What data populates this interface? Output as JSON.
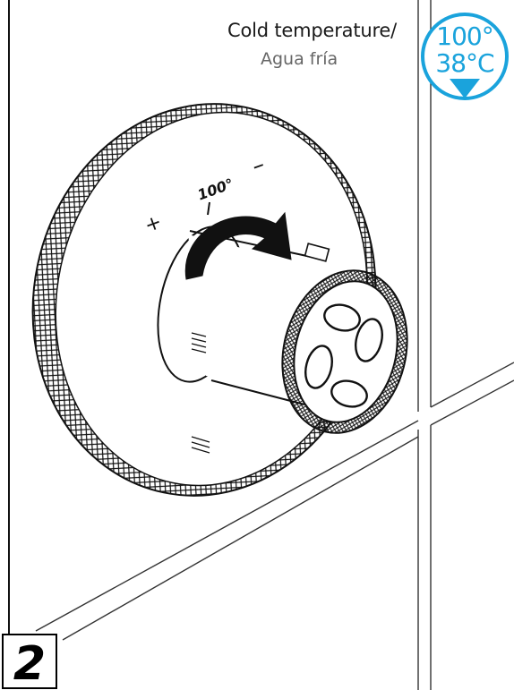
{
  "instruction": {
    "line1": "Cold temperature/",
    "line2": "Agua fría"
  },
  "badge": {
    "top_value": "100°",
    "bottom_value": "38°C",
    "arrow": "down-arrow-icon",
    "color": "#1aa3dc"
  },
  "dial_markings": {
    "plus": "+",
    "minus": "–",
    "degree": "100°"
  },
  "step": {
    "number": "2"
  }
}
